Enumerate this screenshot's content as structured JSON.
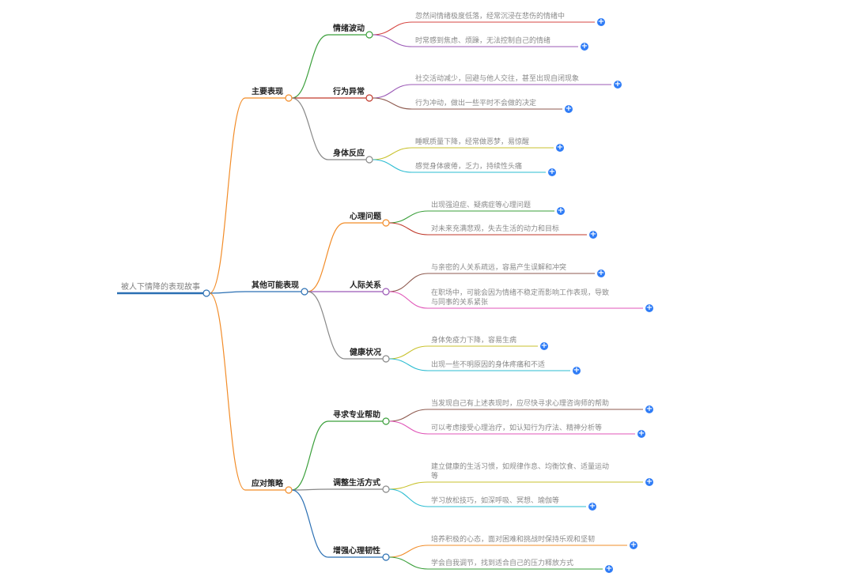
{
  "mindmap": {
    "root": {
      "label": "被人下情降的表现故事"
    },
    "branches": [
      {
        "label": "主要表现",
        "color": "#f28c28",
        "children": [
          {
            "label": "情绪波动",
            "color": "#3a9f3a",
            "leaves": [
              {
                "text": "忽然间情绪极度低落，经常沉浸在悲伤的情绪中",
                "color": "#d64541"
              },
              {
                "text": "时常感到焦虑、烦躁，无法控制自己的情绪",
                "color": "#9b59b6"
              }
            ]
          },
          {
            "label": "行为异常",
            "color": "#c0392b",
            "leaves": [
              {
                "text": "社交活动减少，回避与他人交往，甚至出现自闭现象",
                "color": "#9b59b6"
              },
              {
                "text": "行为冲动，做出一些平时不会做的决定",
                "color": "#8e5a4f"
              }
            ]
          },
          {
            "label": "身体反应",
            "color": "#888888",
            "leaves": [
              {
                "text": "睡眠质量下降，经常做恶梦，易惊醒",
                "color": "#c9c22e"
              },
              {
                "text": "感觉身体疲倦，乏力，持续性头痛",
                "color": "#2bbcd1"
              }
            ]
          }
        ]
      },
      {
        "label": "其他可能表现",
        "color": "#2a6fb3",
        "children": [
          {
            "label": "心理问题",
            "color": "#f28c28",
            "leaves": [
              {
                "text": "出现强迫症、疑病症等心理问题",
                "color": "#3a9f3a"
              },
              {
                "text": "对未来充满悲观，失去生活的动力和目标",
                "color": "#c0392b"
              }
            ]
          },
          {
            "label": "人际关系",
            "color": "#9b59b6",
            "leaves": [
              {
                "text": "与亲密的人关系疏远，容易产生误解和冲突",
                "color": "#8e5a4f"
              },
              {
                "text": "在职场中，可能会因为情绪不稳定而影响工作表现，导致与同事的关系紧张",
                "text_lines": [
                  "在职场中，可能会因为情绪不稳定而影响工作表现，导致",
                  "与同事的关系紧张"
                ],
                "color": "#e056b8"
              }
            ]
          },
          {
            "label": "健康状况",
            "color": "#888888",
            "leaves": [
              {
                "text": "身体免疫力下降，容易生病",
                "color": "#c9c22e"
              },
              {
                "text": "出现一些不明原因的身体疼痛和不适",
                "color": "#2bbcd1"
              }
            ]
          }
        ]
      },
      {
        "label": "应对策略",
        "color": "#f28c28",
        "children": [
          {
            "label": "寻求专业帮助",
            "color": "#3a9f3a",
            "leaves": [
              {
                "text": "当发现自己有上述表现时，应尽快寻求心理咨询师的帮助",
                "color": "#8e5a4f"
              },
              {
                "text": "可以考虑接受心理治疗，如认知行为疗法、精神分析等",
                "color": "#e056b8"
              }
            ]
          },
          {
            "label": "调整生活方式",
            "color": "#888888",
            "leaves": [
              {
                "text": "建立健康的生活习惯，如规律作息、均衡饮食、适量运动等",
                "text_lines": [
                  "建立健康的生活习惯，如规律作息、均衡饮食、适量运动",
                  "等"
                ],
                "color": "#c9c22e"
              },
              {
                "text": "学习放松技巧，如深呼吸、冥想、瑜伽等",
                "color": "#2bbcd1"
              }
            ]
          },
          {
            "label": "增强心理韧性",
            "color": "#2a6fb3",
            "leaves": [
              {
                "text": "培养积极的心态，面对困难和挑战时保持乐观和坚韧",
                "color": "#f28c28"
              },
              {
                "text": "学会自我调节，找到适合自己的压力释放方式",
                "color": "#3a9f3a"
              }
            ]
          }
        ]
      }
    ],
    "expand_icon": "plus-circle-icon",
    "expand_symbol": "+"
  }
}
